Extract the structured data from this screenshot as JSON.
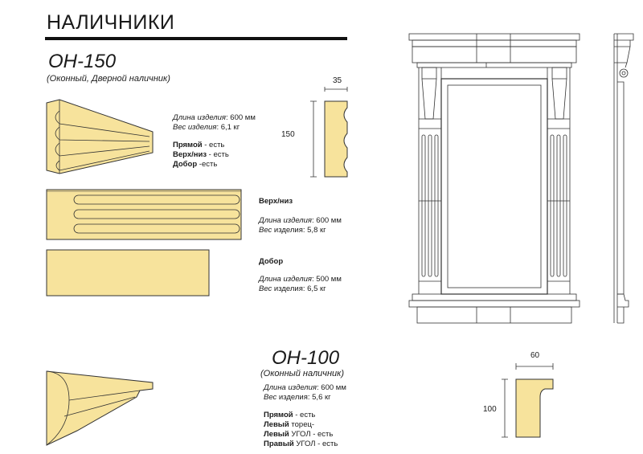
{
  "header": {
    "title": "НАЛИЧНИКИ"
  },
  "on150": {
    "model": "ОН-150",
    "subtitle": "(Оконный, Дверной наличник)",
    "section_dims": {
      "width": "35",
      "height": "150"
    },
    "main_specs": {
      "length_label": "Длина изделия",
      "length_value": ": 600 мм",
      "weight_label": "Вес изделия",
      "weight_value": ": 6,1 кг"
    },
    "availability": [
      {
        "name": "Прямой",
        "status": " - есть"
      },
      {
        "name": "Верх/низ",
        "status": " - есть"
      },
      {
        "name": "Добор",
        "status": " -есть"
      }
    ],
    "top_bottom": {
      "heading": "Верх/низ",
      "length_label": "Длина изделия",
      "length_value": ": 600 мм",
      "weight_label": "Вес",
      "weight_value": " изделия: 5,8 кг"
    },
    "extension": {
      "heading": "Добор",
      "length_label": "Длина изделия",
      "length_value": ": 500 мм",
      "weight_label": "Вес",
      "weight_value": " изделия: 6,5 кг"
    }
  },
  "on100": {
    "model": "ОН-100",
    "subtitle": "(Оконный наличник)",
    "section_dims": {
      "width": "60",
      "height": "100"
    },
    "specs": {
      "length_label": "Длина изделия",
      "length_value": ": 600 мм",
      "weight_label": "Вес",
      "weight_value": " изделия: 5,6 кг"
    },
    "availability": [
      {
        "name": "Прямой",
        "status": " - есть"
      },
      {
        "name": "Левый",
        "status": " торец-"
      },
      {
        "name": "Левый",
        "status": " УГОЛ - есть"
      },
      {
        "name": "Правый",
        "status": " УГОЛ - есть"
      }
    ]
  },
  "colors": {
    "product": "#f7e39c",
    "outline": "#333333",
    "rule": "#111111"
  }
}
